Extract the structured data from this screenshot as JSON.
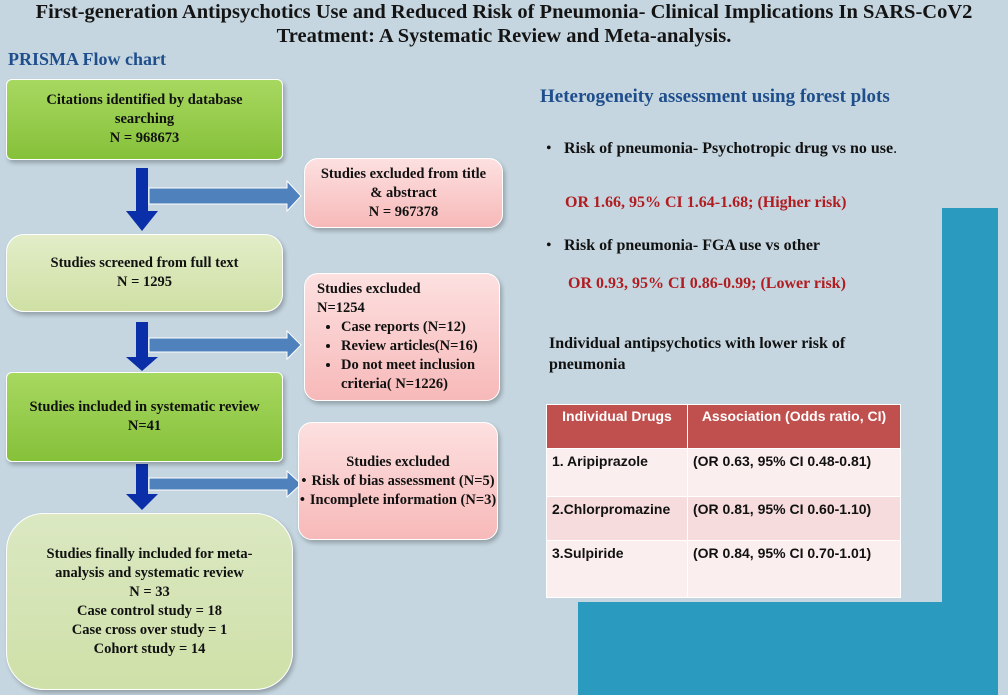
{
  "title": {
    "line1": "First-generation Antipsychotics Use and Reduced Risk of Pneumonia- Clinical Implications In SARS-CoV2",
    "line2": "Treatment: A Systematic Review and Meta-analysis."
  },
  "prisma": {
    "heading": "PRISMA Flow chart",
    "identified": [
      "Citations identified by database",
      "searching",
      "N = 968673"
    ],
    "screened": [
      "Studies screened from full text",
      "N = 1295"
    ],
    "included": [
      "Studies included in systematic review",
      "N=41"
    ],
    "final": [
      "Studies finally included for meta-",
      "analysis and systematic review",
      "N = 33",
      "Case control study = 18",
      "Case cross over study = 1",
      "Cohort study = 14"
    ],
    "excluded1": [
      "Studies excluded from title",
      "& abstract",
      "N = 967378"
    ],
    "excluded2": {
      "title": "Studies excluded",
      "count": "N=1254",
      "items": [
        "Case reports (N=12)",
        "Review articles(N=16)",
        "Do not meet inclusion criteria( N=1226)"
      ]
    },
    "excluded3": {
      "title": "Studies excluded",
      "items": [
        "Risk of bias assessment (N=5)",
        "Incomplete information (N=3)"
      ]
    }
  },
  "heterogeneity": {
    "heading": "Heterogeneity assessment using forest plots",
    "bullet_char": "•",
    "item1": "Risk of pneumonia- Psychotropic drug vs no use",
    "item1_end": ".",
    "item1_result": "OR 1.66, 95% CI 1.64-1.68; (Higher risk)",
    "item2": "Risk of pneumonia- FGA use vs other",
    "item2_result": "OR 0.93, 95% CI 0.86-0.99; (Lower risk)"
  },
  "individual": {
    "heading_line1": "Individual antipsychotics with lower risk of",
    "heading_line2": "pneumonia",
    "columns": [
      "Individual Drugs",
      "Association (Odds ratio, CI)"
    ],
    "rows": [
      [
        "1. Aripiprazole",
        "(OR 0.63, 95% CI 0.48-0.81)"
      ],
      [
        "2.Chlorpromazine",
        "(OR 0.81, 95% CI 0.60-1.10)"
      ],
      [
        "3.Sulpiride",
        "(OR 0.84, 95% CI 0.70-1.01)"
      ]
    ]
  },
  "colors": {
    "background": "#c5d6e0",
    "green_dark": "#8dc63f",
    "green_light": "#d7e4b8",
    "pink": "#f9c6c6",
    "arrow_blue": "#0b2fa8",
    "arrow_light": "#4f81bd",
    "heading_blue": "#1f4e8c",
    "red_text": "#b01c20",
    "teal_shape": "#2a9bbf",
    "table_header": "#c0504d"
  }
}
